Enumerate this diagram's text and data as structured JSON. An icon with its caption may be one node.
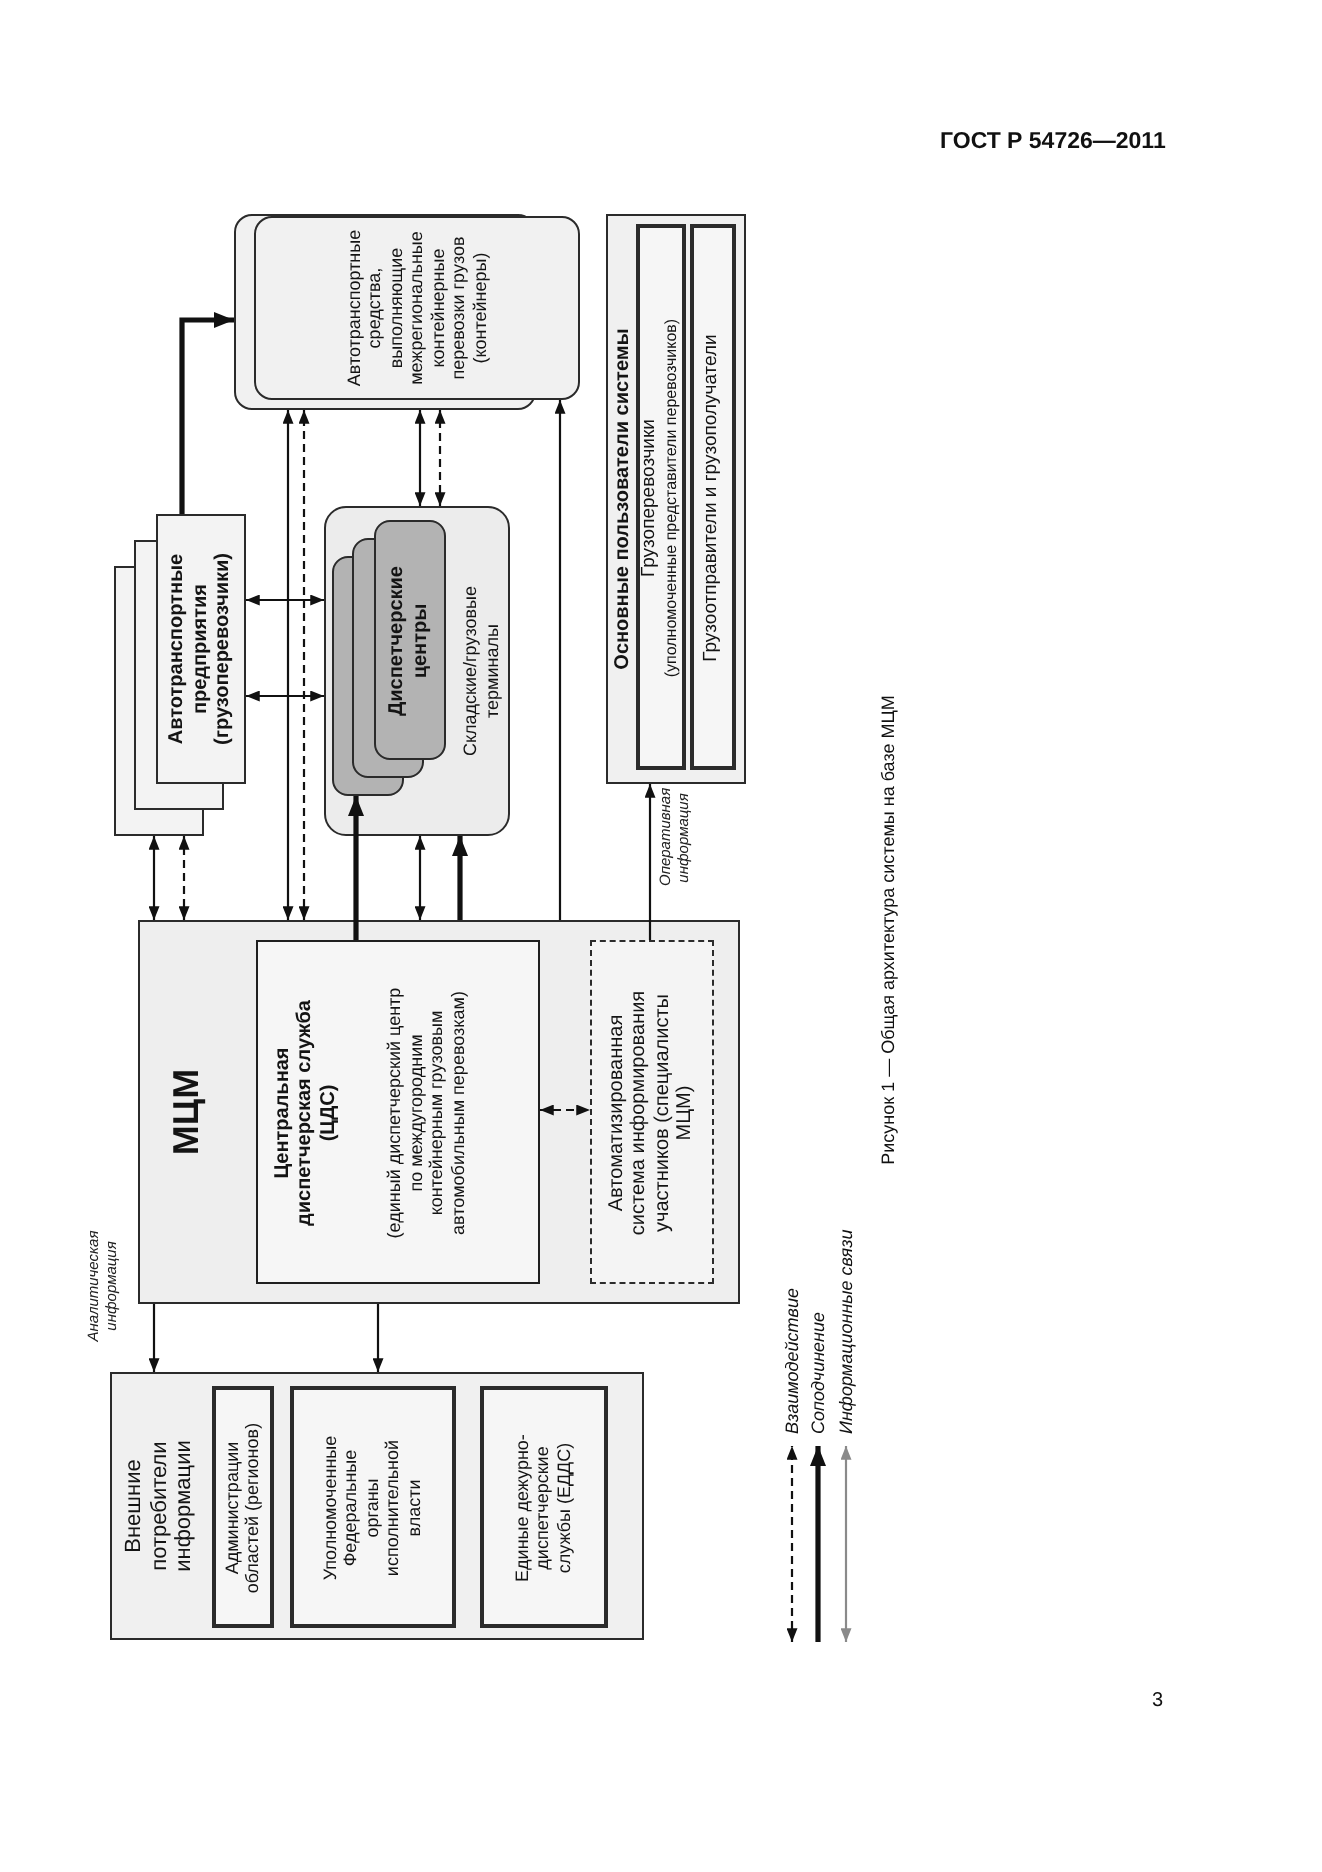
{
  "diagram": {
    "caption": "Рисунок 1 — Общая архитектура системы на базе МЦМ",
    "nodes": [
      {
        "text": [
          "Внешние потребители информации"
        ]
      },
      {
        "text": [
          "Администрации областей (регионов)"
        ],
        "in": 0
      },
      {
        "text": [
          "Уполномоченные Федеральные органы исполнительной власти"
        ],
        "in": 0
      },
      {
        "text": [
          "Единые дежурно-диспетчерские службы (ЕДДС)"
        ],
        "in": 0
      },
      {
        "text": [
          "МЦМ"
        ]
      },
      {
        "text": [
          "Центральная диспетчерская служба (ЦДС)",
          "(единый диспетчерский центр по междугородним контейнерным грузовым автомобильным перевозкам)"
        ],
        "in": 4
      },
      {
        "text": [
          "Автоматизированная система информирования участников (специалисты МЦМ)"
        ],
        "in": 4
      },
      {
        "text": [
          "Автотранспортные предприятия (грузоперевозчики)"
        ]
      },
      {
        "text": [
          "Складские/грузовые терминалы"
        ]
      },
      {
        "text": [
          "Диспетчерские центры"
        ],
        "in": 8
      },
      {
        "text": [
          "Автотранспортные средства, выполняющие межрегиональные контейнерные перевозки грузов (контейнеры)"
        ]
      },
      {
        "text": [
          "Основные пользователи системы"
        ]
      },
      {
        "text": [
          "Грузоперевозчики",
          "(уполномоченные представители перевозчиков)"
        ],
        "in": 11
      },
      {
        "text": [
          "Грузоотправители и грузополучатели"
        ],
        "in": 11
      }
    ],
    "edges": [
      {
        "from": 4,
        "to": 7,
        "arrow": "both"
      },
      {
        "from": 4,
        "to": 7,
        "arrow": "both",
        "style": "dashed"
      },
      {
        "from": 7,
        "to": 8,
        "arrow": "both"
      },
      {
        "from": 7,
        "to": 8,
        "arrow": "both"
      },
      {
        "from": 4,
        "to": 10,
        "arrow": "both"
      },
      {
        "from": 4,
        "to": 10,
        "arrow": "both",
        "style": "dashed"
      },
      {
        "from": 7,
        "to": 10,
        "arrow": "to",
        "style": "thick"
      },
      {
        "from": 5,
        "to": 9,
        "arrow": "to",
        "style": "thick"
      },
      {
        "from": 4,
        "to": 8,
        "arrow": "both"
      },
      {
        "from": 4,
        "to": 8,
        "arrow": "to",
        "style": "thick"
      },
      {
        "from": 8,
        "to": 10,
        "arrow": "both"
      },
      {
        "from": 8,
        "to": 10,
        "arrow": "both",
        "style": "dashed"
      },
      {
        "from": 4,
        "to": 10,
        "arrow": "to"
      },
      {
        "from": 6,
        "to": 11,
        "arrow": "to",
        "label": "Оперативная информация"
      },
      {
        "from": 5,
        "to": 6,
        "arrow": "both",
        "style": "dashed"
      },
      {
        "from": 4,
        "to": 0,
        "arrow": "to",
        "label": "Аналитическая информация"
      },
      {
        "from": 4,
        "to": 0,
        "arrow": "to"
      }
    ],
    "labels": [
      "ГОСТ Р 54726—2011",
      "3"
    ],
    "legend": [
      {
        "text": "Взаимодействие"
      },
      {
        "text": "Соподчинение"
      },
      {
        "text": "Информационные связи"
      }
    ]
  }
}
